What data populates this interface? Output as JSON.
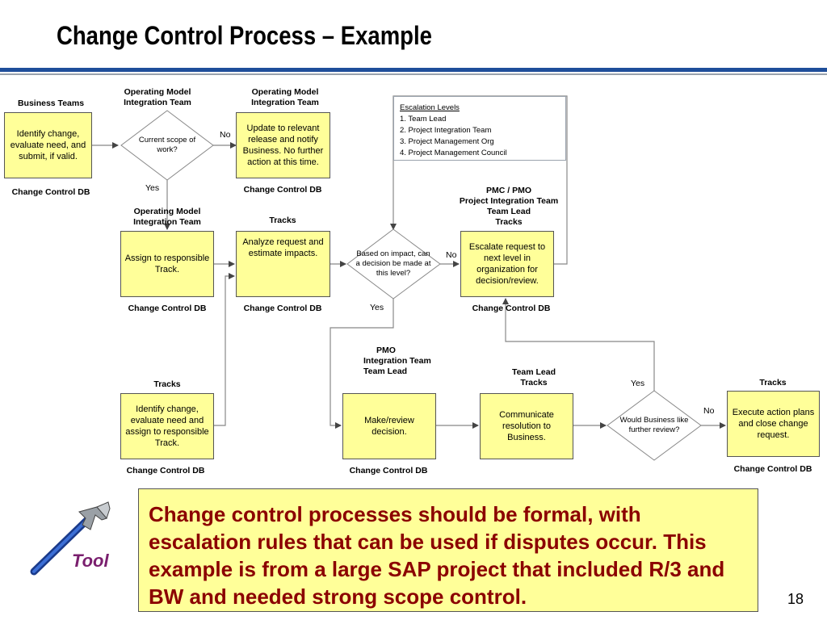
{
  "title": "Change Control Process – Example",
  "labels": {
    "business_teams": "Business Teams",
    "omit_a": "Operating Model",
    "omit_b": "Integration Team",
    "omit2_a": "Operating Model",
    "omit2_b": "Integration Team",
    "omit3_a": "Operating Model",
    "omit3_b": "Integration Team",
    "tracks_mid": "Tracks",
    "pmc_a": "PMC / PMO",
    "pmc_b": "Project Integration Team",
    "pmc_c": "Team Lead",
    "pmc_d": "Tracks",
    "tracks_bottom_left": "Tracks",
    "pmo_a": "PMO",
    "pmo_b": "Integration Team",
    "pmo_c": "Team Lead",
    "teamlead_a": "Team Lead",
    "teamlead_b": "Tracks",
    "tracks_right": "Tracks",
    "db": "Change Control DB"
  },
  "boxes": {
    "identify_change": "Identify change, evaluate need, and submit, if valid.",
    "update_release": "Update to relevant release and notify Business. No further action at this time.",
    "assign_track": "Assign to responsible Track.",
    "analyze_request": "Analyze request and estimate impacts.",
    "escalate": "Escalate request to next level in organization for decision/review.",
    "identify_assign": "Identify change, evaluate need and assign to responsible Track.",
    "make_review": "Make/review decision.",
    "communicate": "Communicate resolution to Business.",
    "execute": "Execute action plans and close change request."
  },
  "decisions": {
    "scope": "Current scope of work?",
    "based_on_impact": "Based on impact, can a decision be made at this level?",
    "further_review": "Would Business like further review?"
  },
  "answers": {
    "no1": "No",
    "yes1": "Yes",
    "no2": "No",
    "yes2": "Yes",
    "yes3": "Yes",
    "no3": "No"
  },
  "escalation": {
    "heading": "Escalation Levels",
    "levels": [
      "1. Team Lead",
      "2. Project Integration Team",
      "3. Project Management Org",
      "4. Project Management Council"
    ]
  },
  "callout": "Change control processes should be formal, with escalation rules that can be used if disputes occur. This example is from a large SAP project that included R/3 and BW and needed strong scope control.",
  "tool_label": "Tool",
  "page_number": "18",
  "icons": [
    "hammer-icon"
  ],
  "colors": {
    "box_fill": "#ffff99",
    "callout_text": "#8b0000",
    "tool_text": "#7a1f6e",
    "title_rule": "#1f4e9a"
  }
}
